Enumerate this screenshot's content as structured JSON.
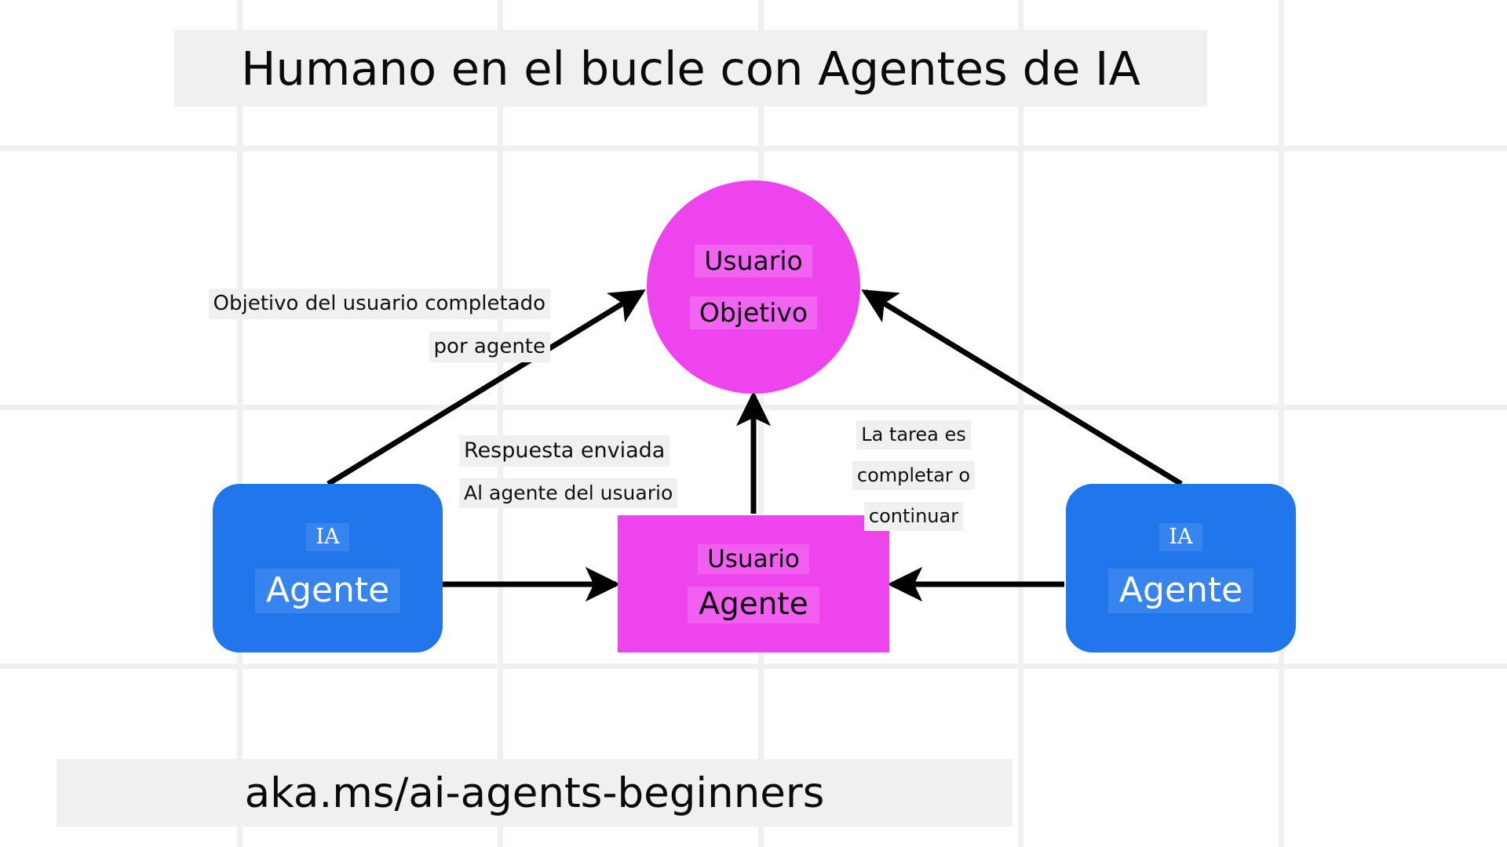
{
  "page": {
    "title": "Humano en el bucle con Agentes de IA",
    "url": "aka.ms/ai-agents-beginners"
  },
  "colors": {
    "agent_blue": "#2176EC",
    "user_magenta": "#EE44EE",
    "label_background": "#f0f0f0",
    "grid_line": "#f0f0f0",
    "arrow": "#000000",
    "canvas_background": "#ffffff"
  },
  "nodes": {
    "agent_left": {
      "line1": "IA",
      "line2": "Agente"
    },
    "agent_right": {
      "line1": "IA",
      "line2": "Agente"
    },
    "user_circle": {
      "line1": "Usuario",
      "line2": "Objetivo"
    },
    "user_agent_rect": {
      "line1": "Usuario",
      "line2": "Agente"
    }
  },
  "edge_labels": {
    "goal_completed": {
      "line1": "Objetivo del usuario completado",
      "line2": "por agente"
    },
    "response_sent": {
      "line1": "Respuesta enviada",
      "line2": "Al agente del usuario"
    },
    "task_status": {
      "line1": "La tarea es",
      "line2": "completar o",
      "line3": "continuar"
    }
  }
}
